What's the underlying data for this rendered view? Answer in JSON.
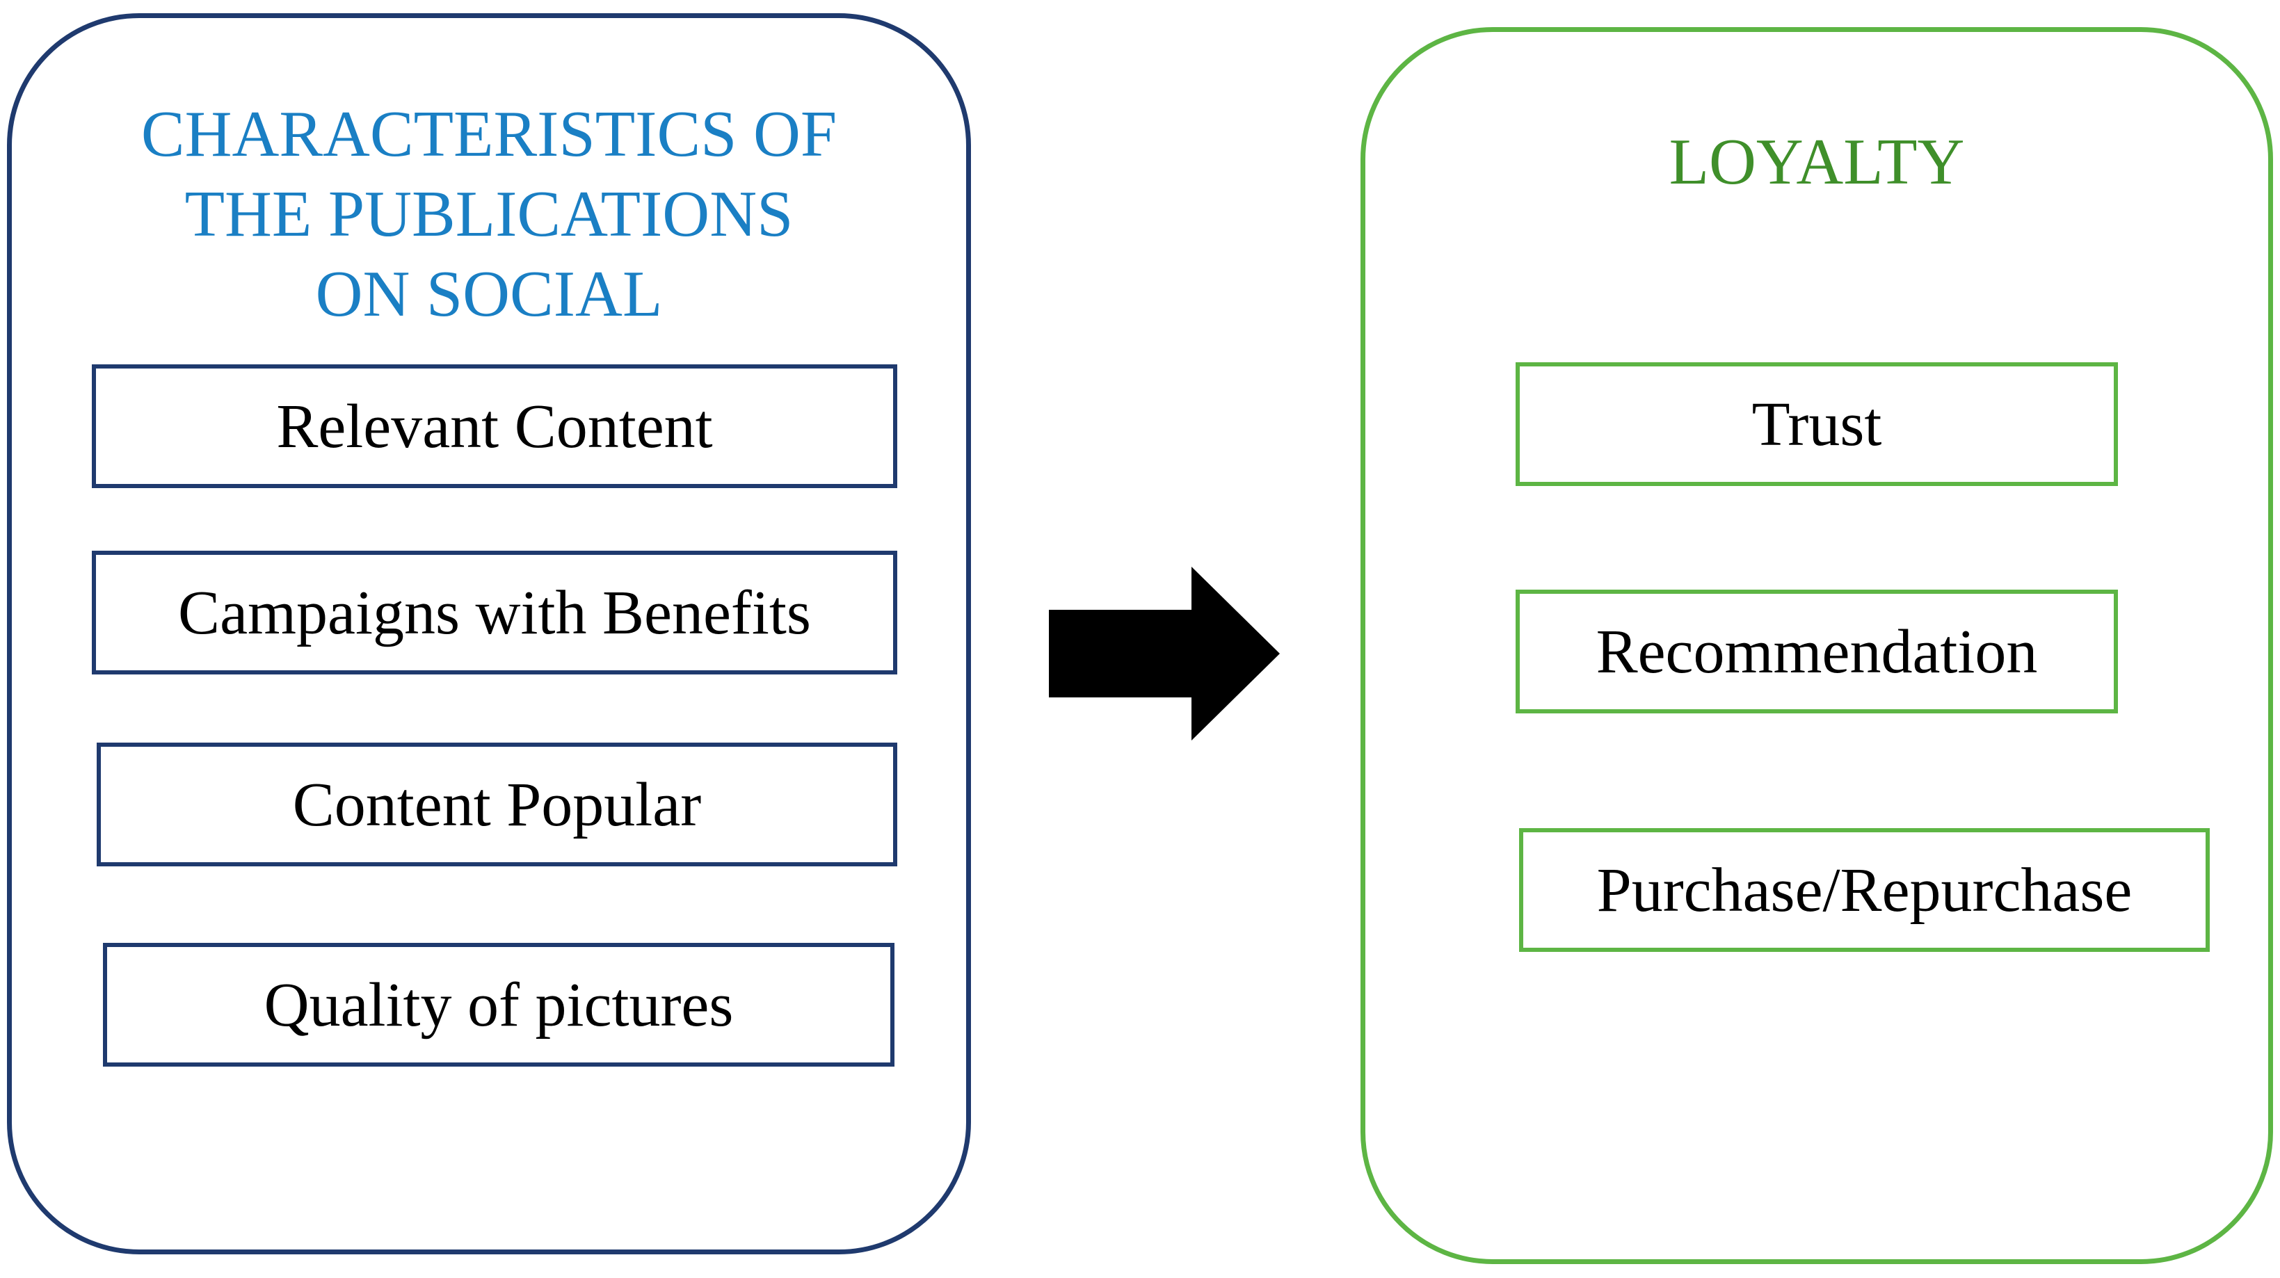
{
  "left_panel": {
    "title_lines": [
      "CHARACTERISTICS OF",
      "THE PUBLICATIONS",
      "ON SOCIAL"
    ],
    "items": [
      "Relevant Content",
      "Campaigns with Benefits",
      "Content Popular",
      "Quality of pictures"
    ]
  },
  "right_panel": {
    "title": "LOYALTY",
    "items": [
      "Trust",
      "Recommendation",
      "Purchase/Repurchase"
    ]
  },
  "colors": {
    "left_border": "#1f3a6e",
    "left_title": "#1a7fc4",
    "right_border": "#5db544",
    "right_title": "#3f8f2a",
    "arrow": "#000000"
  },
  "icons": {
    "arrow": "right-arrow-icon"
  }
}
